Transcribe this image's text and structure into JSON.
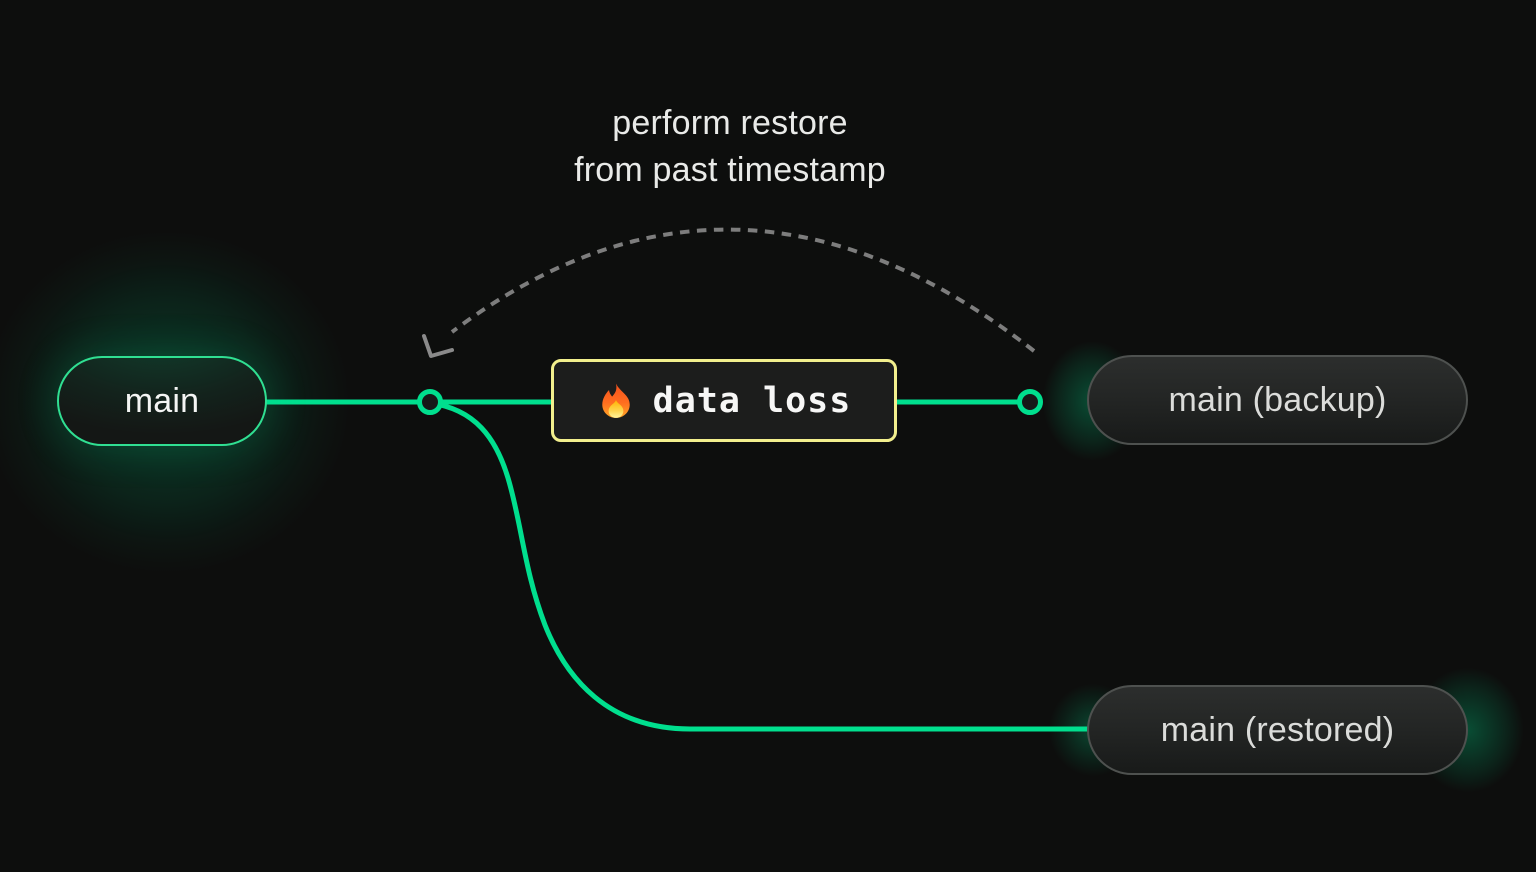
{
  "canvas": {
    "bg": "#0d0e0d",
    "accent_green": "#00df8e",
    "accent_yellow": "#f2ef8d",
    "dash_gray": "#7d7d7d",
    "arrow_gray": "#8a8a8a",
    "node_fill": "#161918"
  },
  "caption": {
    "text": "perform restore\nfrom past timestamp"
  },
  "branches": {
    "main": {
      "label": "main"
    },
    "backup": {
      "label": "main (backup)"
    },
    "restored": {
      "label": "main (restored)"
    }
  },
  "event": {
    "label": "data loss",
    "icon": "fire-icon"
  }
}
